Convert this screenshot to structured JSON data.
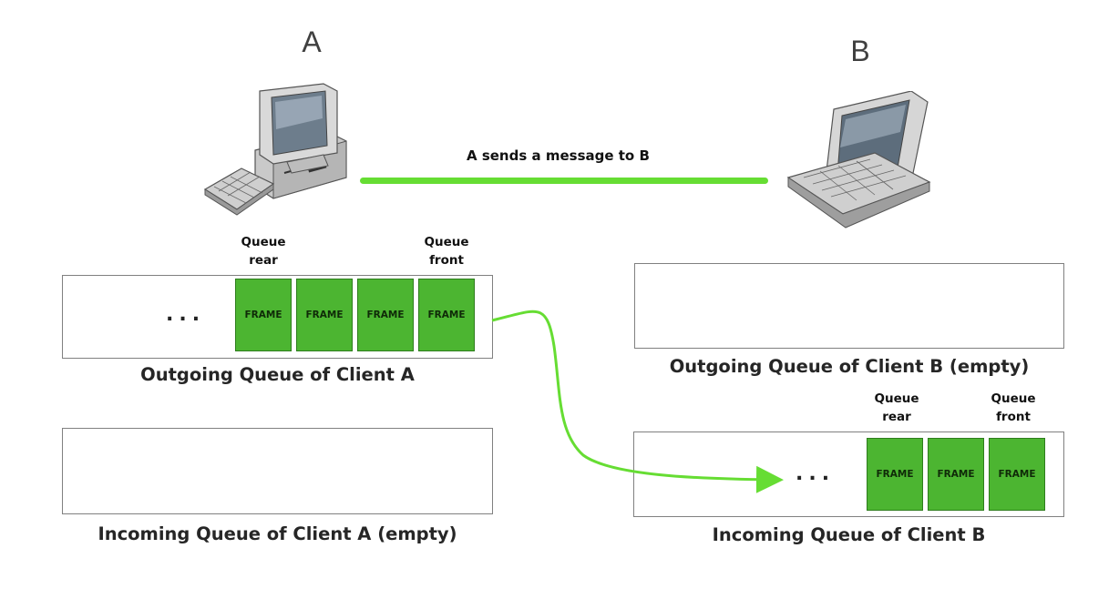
{
  "clients": {
    "a": {
      "label": "A"
    },
    "b": {
      "label": "B"
    }
  },
  "message": {
    "label": "A sends a message to B"
  },
  "pointers": {
    "rear": "Queue\nrear",
    "front": "Queue\nfront"
  },
  "frame_label": "FRAME",
  "ellipsis": "...",
  "queues": {
    "a_outgoing": {
      "caption": "Outgoing Queue of Client A",
      "frame_count": 4
    },
    "a_incoming": {
      "caption": "Incoming Queue of Client A (empty)",
      "frame_count": 0
    },
    "b_outgoing": {
      "caption": "Outgoing Queue of Client B (empty)",
      "frame_count": 0
    },
    "b_incoming": {
      "caption": "Incoming Queue of Client B",
      "frame_count": 3
    }
  },
  "colors": {
    "frame_fill": "#4cb531",
    "link_green": "#66dd33"
  },
  "icons": {
    "a": "desktop-computer-icon",
    "b": "laptop-icon"
  }
}
